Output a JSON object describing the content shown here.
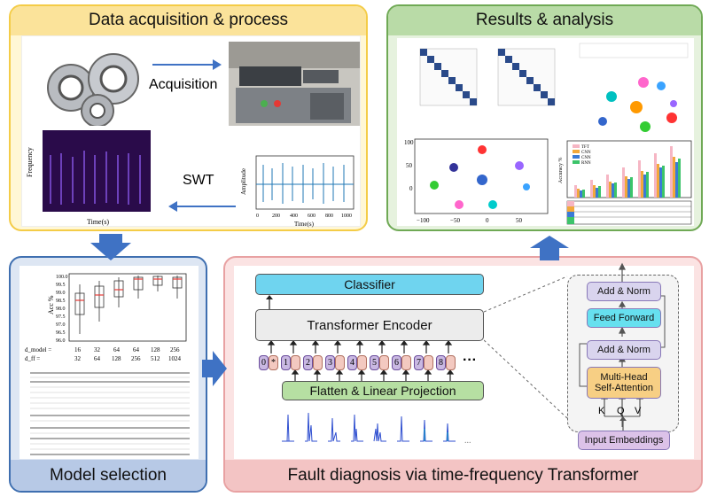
{
  "panels": {
    "data": {
      "title": "Data acquisition & process",
      "acquisition": "Acquisition",
      "swt": "SWT"
    },
    "results": {
      "title": "Results & analysis"
    },
    "model": {
      "title": "Model selection"
    },
    "fault": {
      "title": "Fault diagnosis via time-frequency Transformer"
    }
  },
  "spectrogram": {
    "ylabel": "Frequency",
    "xlabel": "Time(s)"
  },
  "signal": {
    "ylabel": "Amplitude",
    "xlabel": "Time(s)",
    "xticks": [
      "0",
      "200",
      "400",
      "600",
      "800",
      "1000"
    ]
  },
  "boxplot": {
    "ylabel": "Acc %",
    "yticks": [
      "100.0",
      "99.5",
      "99.0",
      "98.5",
      "98.0",
      "97.5",
      "97.0",
      "96.5",
      "96.0"
    ],
    "row1_label": "d_model =",
    "row2_label": "d_ff =",
    "dmodel": [
      "16",
      "32",
      "64",
      "64",
      "128",
      "256"
    ],
    "dff": [
      "32",
      "64",
      "128",
      "256",
      "512",
      "1024"
    ]
  },
  "scatter": {
    "xticks": [
      "−100",
      "−50",
      "0",
      "50"
    ],
    "yticks": [
      "100",
      "50",
      "0"
    ]
  },
  "barchart": {
    "ylabel": "Accuracy %",
    "legend": [
      "TFT",
      "CNN",
      "CNN",
      "RNN"
    ]
  },
  "architecture": {
    "classifier": "Classifier",
    "encoder": "Transformer Encoder",
    "flatten": "Flatten & Linear Projection",
    "add_norm_top": "Add & Norm",
    "feed_forward": "Feed Forward",
    "add_norm_bottom": "Add & Norm",
    "mha_line1": "Multi-Head",
    "mha_line2": "Self-Attention",
    "kqv": [
      "K",
      "Q",
      "V"
    ],
    "input_emb": "Input Embeddings",
    "tokens": [
      "0",
      "1",
      "2",
      "3",
      "4",
      "5",
      "6",
      "7",
      "8"
    ],
    "cls_mark": "*",
    "ellipsis": "···"
  },
  "colors": {
    "yellow": "#f4cc47",
    "green": "#6fa955",
    "blue": "#3f6fb0",
    "pink": "#e8a1a2",
    "arrow": "#3f72c4",
    "classifier": "#6fd4ef",
    "ff": "#66e0ef",
    "addnorm": "#d9d4ee",
    "mha": "#f7cf84",
    "input": "#dcc2e8",
    "flatten": "#b6dfa2"
  }
}
